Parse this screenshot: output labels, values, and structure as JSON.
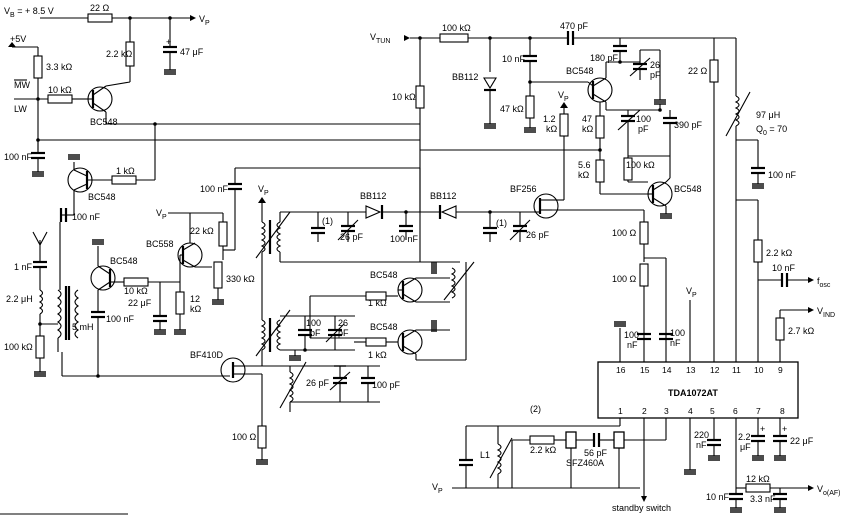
{
  "supply": {
    "vb_label": "V",
    "vb_sub": "B",
    "vb_value": " = + 8.5 V",
    "vp_main": "V",
    "vp_sub": "P"
  },
  "vtun": {
    "label": "V",
    "sub": "TUN"
  },
  "inputs": {
    "plus5v": "+5V",
    "mw": "MW",
    "lw": "LW"
  },
  "vp": {
    "main": "V",
    "sub": "P"
  },
  "outputs": {
    "fosc": "f",
    "fosc_sub": "osc",
    "vind": "V",
    "vind_sub": "IND",
    "vaf": "V",
    "vaf_sub": "o(AF)"
  },
  "ic": {
    "name": "TDA1072AT",
    "top_pins": [
      "16",
      "15",
      "14",
      "13",
      "12",
      "11",
      "10",
      "9"
    ],
    "bottom_pins": [
      "1",
      "2",
      "3",
      "4",
      "5",
      "6",
      "7",
      "8"
    ]
  },
  "transistors": {
    "bc548_a": "BC548",
    "bc548_b": "BC548",
    "bc548_c": "BC548",
    "bc548_d": "BC548",
    "bc548_e": "BC548",
    "bc548_f": "BC548",
    "bc548_g": "BC548",
    "bc558": "BC558",
    "bf256": "BF256",
    "bf410d": "BF410D"
  },
  "diodes": {
    "bb112_a": "BB112",
    "bb112_b": "BB112",
    "bb112_c": "BB112"
  },
  "filter": {
    "name": "SFZ460A",
    "coil": "L1",
    "note": "(2)",
    "note1a": "(1)",
    "note1b": "(1)"
  },
  "standby": "standby switch",
  "coil_q": {
    "l": "97 μH",
    "q": "Q",
    "q_sub": "0",
    "q_val": " = 70"
  },
  "resistors": {
    "r22a": "22 Ω",
    "r33k": "3.3 kΩ",
    "r22k_top": "2.2 kΩ",
    "r10k_mw": "10 kΩ",
    "r1k_a": "1 kΩ",
    "r100k_tun": "100 kΩ",
    "r10k_tun": "10 kΩ",
    "r47k": "47 kΩ",
    "r12k_a": "1.2",
    "r12k_b": "kΩ",
    "r47_a": "47",
    "r47_b": "kΩ",
    "r56_a": "5.6",
    "r56_b": "kΩ",
    "r100k_b": "100 kΩ",
    "r22b": "22 Ω",
    "r22k_b": "22 kΩ",
    "r10k_b": "10 kΩ",
    "r12_a": "12",
    "r12_b": "kΩ",
    "r330k": "330 kΩ",
    "r100k_c": "100 kΩ",
    "r1k_b": "1 kΩ",
    "r1k_c": "1 kΩ",
    "r100a": "100 Ω",
    "r100b": "100 Ω",
    "r22k_c": "2.2 kΩ",
    "r27k": "2.7 kΩ",
    "r100c": "100 Ω",
    "r22k_d": "2.2 kΩ",
    "r12k_c": "12 kΩ"
  },
  "capacitors": {
    "c47u": "47 μF",
    "c470p": "470 pF",
    "c10n_a": "10 nF",
    "c180p": "180 pF",
    "c26p_a": "26",
    "c26p_a2": "pF",
    "c100p_a": "100",
    "c100p_a2": "pF",
    "c390p": "390 pF",
    "c100n_a": "100 nF",
    "c100n_b": "100 nF",
    "c100n_c": "100 nF",
    "c26p_b": "26 pF",
    "c100n_d": "100 nF",
    "c26p_c": "26 pF",
    "c1n": "1 nF",
    "c22u": "22 μF",
    "c100n_e": "100 nF",
    "c100n_f": "100 nF",
    "c100p_b": "100",
    "c100p_b2": "pF",
    "c26p_d": "26",
    "c26p_d2": "pF",
    "c26p_e": "26 pF",
    "c100p_c": "100 pF",
    "c100n_g": "100",
    "c100n_g2": "nF",
    "c100n_h": "100",
    "c100n_h2": "nF",
    "c10n_b": "10 nF",
    "c220n": "220",
    "c220n2": "nF",
    "c22u_b": "2.2",
    "c22u_b2": "μF",
    "c22u_c": "22 μF",
    "c56p": "56 pF",
    "c10n_c": "10 nF",
    "c33n": "3.3 nF"
  },
  "inductors": {
    "l22u": "2.2 μH",
    "l5m": "5 mH"
  }
}
